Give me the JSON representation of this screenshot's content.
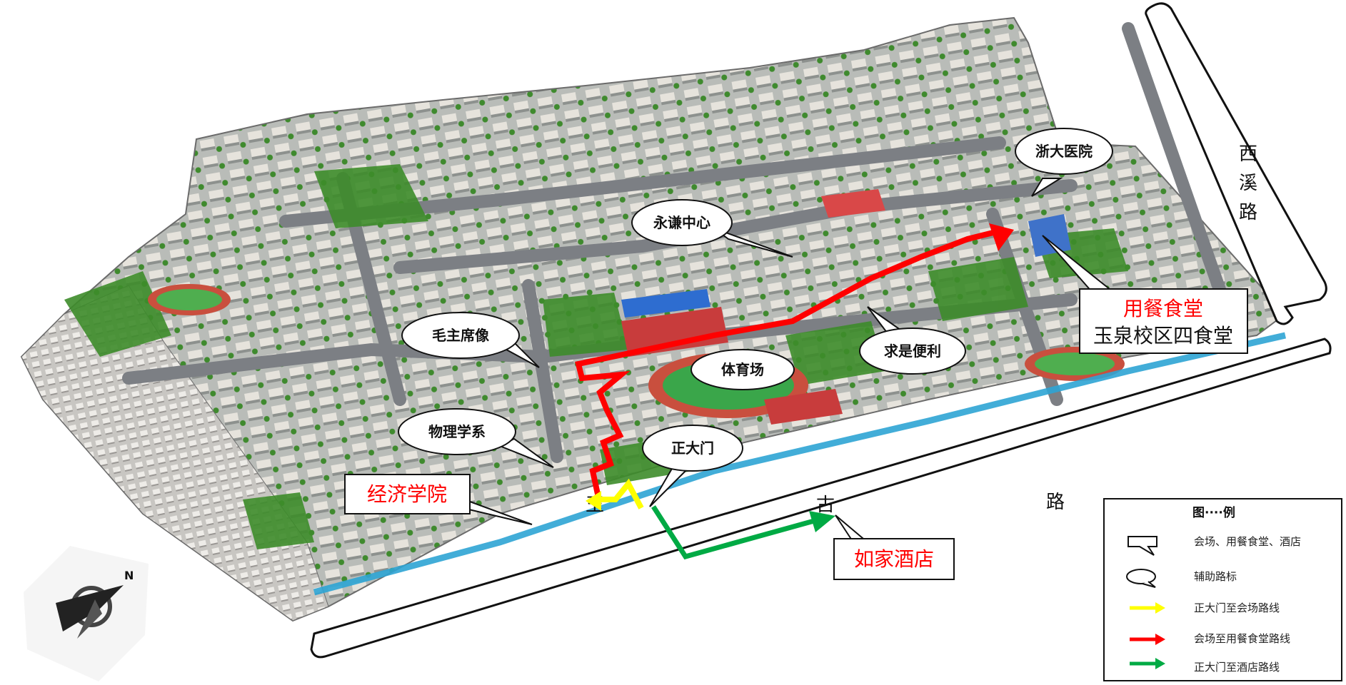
{
  "roads": {
    "xixi_1": "西",
    "xixi_2": "溪",
    "xixi_3": "路",
    "yugu_1": "玉",
    "yugu_2": "古",
    "yugu_3": "路"
  },
  "callouts": {
    "hospital": "浙大医院",
    "yongqian": "永谦中心",
    "mao": "毛主席像",
    "stadium": "体育场",
    "qiushi": "求是便利",
    "physics": "物理学系",
    "main_gate": "正大门"
  },
  "labels": {
    "economics": "经济学院",
    "dining_title": "用餐食堂",
    "dining_name": "玉泉校区四食堂",
    "hotel": "如家酒店"
  },
  "legend": {
    "title": "图····例",
    "items": [
      {
        "text": "会场、用餐食堂、酒店",
        "icon": "rect-callout"
      },
      {
        "text": "辅助路标",
        "icon": "oval-callout"
      },
      {
        "text": "正大门至会场路线",
        "icon": "arrow",
        "color": "#ffff00"
      },
      {
        "text": "会场至用餐食堂路线",
        "icon": "arrow",
        "color": "#ff0000"
      },
      {
        "text": "正大门至酒店路线",
        "icon": "arrow",
        "color": "#00aa44"
      }
    ]
  },
  "colors": {
    "route_yellow": "#ffff00",
    "route_red": "#ff0000",
    "route_green": "#00aa44"
  },
  "compass": {
    "north": "N"
  }
}
